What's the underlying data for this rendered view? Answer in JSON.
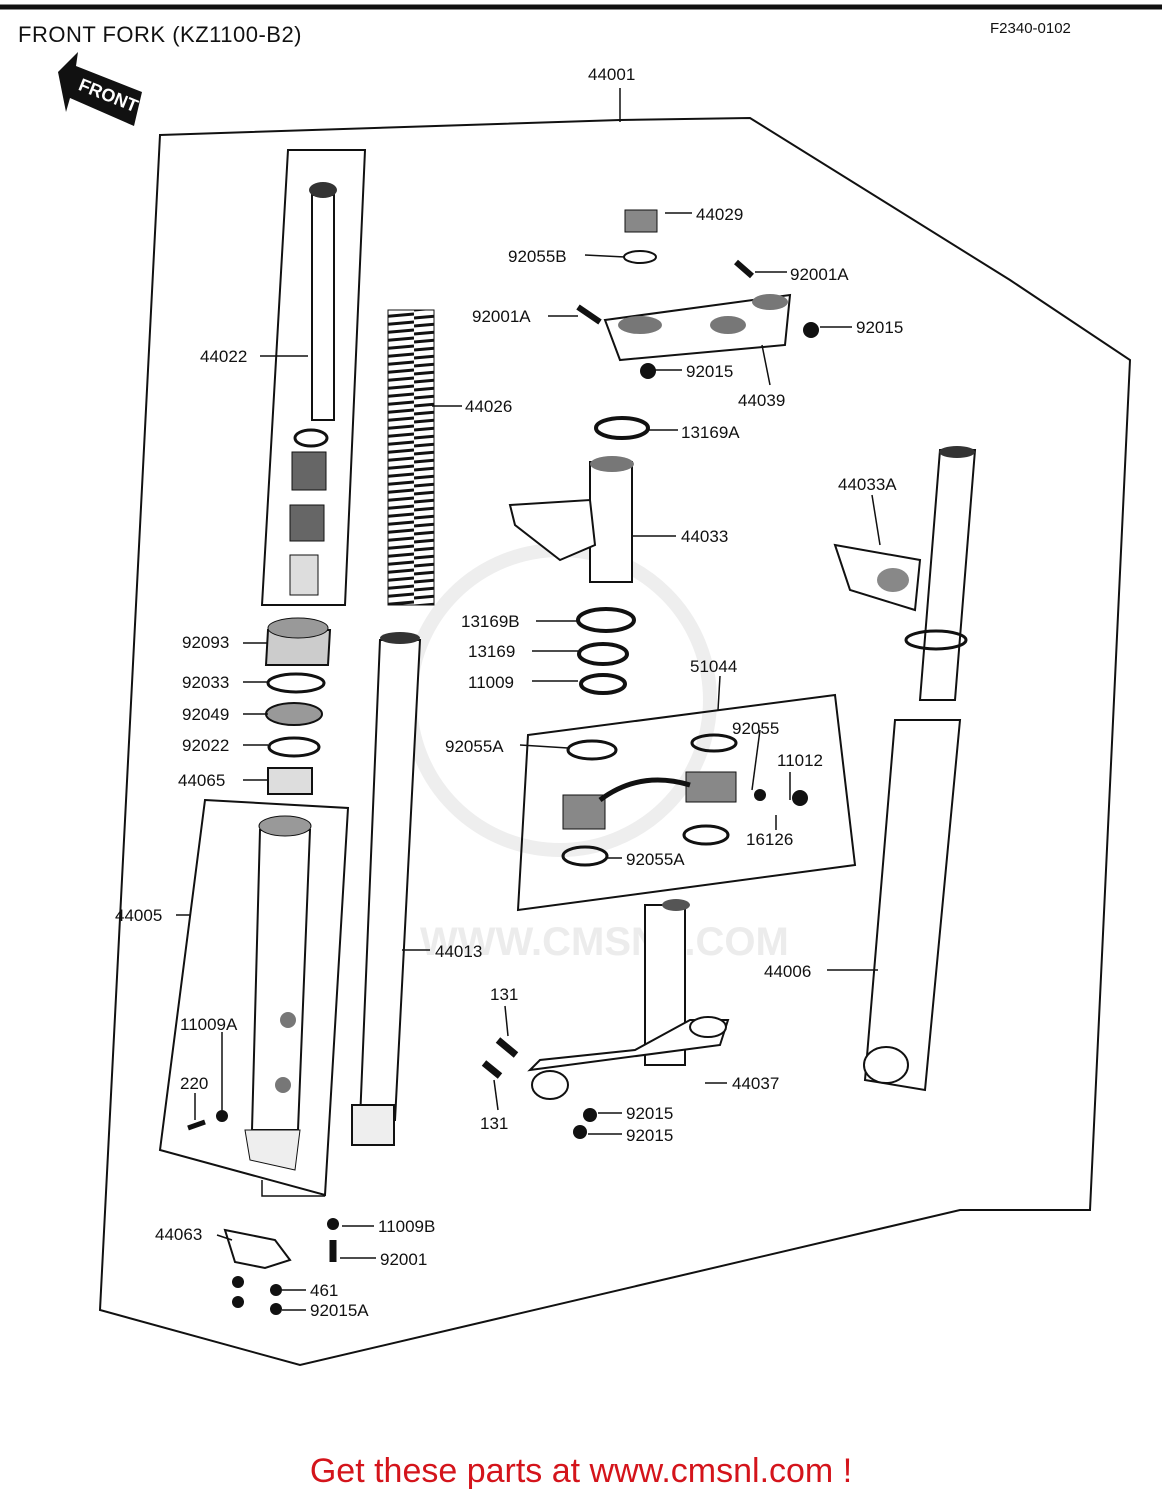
{
  "header": {
    "title": "FRONT FORK (KZ1100-B2)",
    "code": "F2340-0102"
  },
  "front_arrow": "FRONT",
  "watermark": "WWW.CMSNL.COM",
  "footer": "Get these parts at www.cmsnl.com !",
  "parts": {
    "p44001": "44001",
    "p44029": "44029",
    "p92055B": "92055B",
    "p92001A_r": "92001A",
    "p92001A_l": "92001A",
    "p92015_r": "92015",
    "p92015_c": "92015",
    "p44039": "44039",
    "p44022": "44022",
    "p44026": "44026",
    "p13169A": "13169A",
    "p44033A": "44033A",
    "p44033": "44033",
    "p13169B": "13169B",
    "p13169": "13169",
    "p11009": "11009",
    "p51044": "51044",
    "p92093": "92093",
    "p92033": "92033",
    "p92049": "92049",
    "p92022": "92022",
    "p44065": "44065",
    "p92055A_1": "92055A",
    "p92055": "92055",
    "p11012": "11012",
    "p16126": "16126",
    "p92055A_2": "92055A",
    "p44005": "44005",
    "p44013": "44013",
    "p44006": "44006",
    "p11009A": "11009A",
    "p131_t": "131",
    "p131_b": "131",
    "p220": "220",
    "p44037": "44037",
    "p92015_b1": "92015",
    "p92015_b2": "92015",
    "p11009B": "11009B",
    "p44063": "44063",
    "p92001": "92001",
    "p461": "461",
    "p92015A": "92015A"
  }
}
